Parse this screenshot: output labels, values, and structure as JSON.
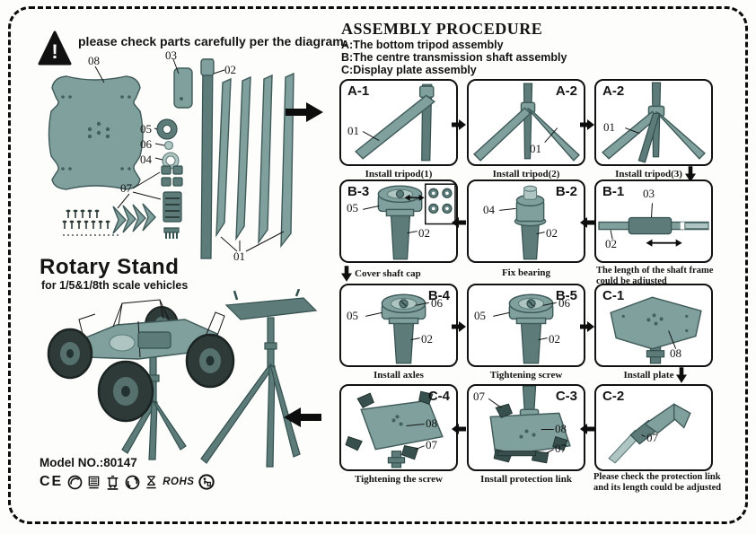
{
  "page": {
    "warning_mark": "!",
    "warning_text": "please check parts carefully per the diagram.",
    "assembly": {
      "title": "ASSEMBLY PROCEDURE",
      "line_a": "A:The bottom tripod assembly",
      "line_b": "B:The centre transmission shaft assembly",
      "line_c": "C:Display plate assembly"
    }
  },
  "parts": {
    "plate": "08",
    "cap": "03",
    "shaft": "02",
    "washer": "05",
    "ball": "06",
    "bearing": "04",
    "link": "07",
    "leg": "01"
  },
  "product": {
    "title": "Rotary Stand",
    "subtitle": "for 1/5&1/8th scale vehicles",
    "model": "Model NO.:80147",
    "ce": "CE",
    "rohs": "ROHS"
  },
  "steps": [
    {
      "id": "A-1",
      "caption": "Install tripod(1)",
      "l1": "01"
    },
    {
      "id": "A-2",
      "caption": "Install tripod(2)",
      "l1": "01"
    },
    {
      "id": "A-2",
      "caption": "Install tripod(3)",
      "l1": "01"
    },
    {
      "id": "B-3",
      "caption": "Cover shaft cap",
      "l1": "05",
      "l2": "02"
    },
    {
      "id": "B-2",
      "caption": "Fix bearing",
      "l1": "04",
      "l2": "02"
    },
    {
      "id": "B-1",
      "caption": "The length of the shaft frame could be adjusted",
      "l1": "03",
      "l2": "02"
    },
    {
      "id": "B-4",
      "caption": "Install axles",
      "l1": "06",
      "l2": "05",
      "l3": "02"
    },
    {
      "id": "B-5",
      "caption": "Tightening screw",
      "l1": "06",
      "l2": "05",
      "l3": "02"
    },
    {
      "id": "C-1",
      "caption": "Install plate",
      "l1": "08"
    },
    {
      "id": "C-4",
      "caption": "Tightening the screw",
      "l1": "08",
      "l2": "07"
    },
    {
      "id": "C-3",
      "caption": "Install protection link",
      "l1": "07",
      "l2": "08",
      "l3": "07"
    },
    {
      "id": "C-2",
      "caption": "Please check the protection link and its length could be adjusted",
      "l1": "07"
    }
  ],
  "colors": {
    "part_fill": "#7fa09d",
    "part_stroke": "#3f5a58",
    "ink": "#141414"
  }
}
